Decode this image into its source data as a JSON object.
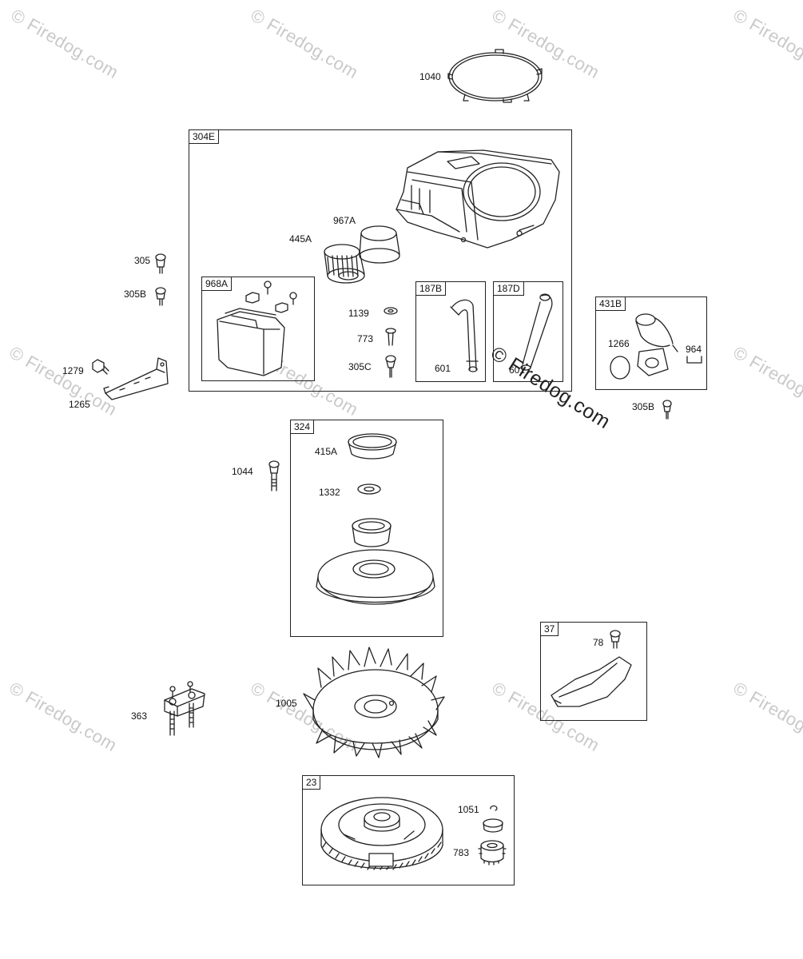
{
  "watermark": "© Firedog.com",
  "boxes": {
    "b304E": "304E",
    "b968A": "968A",
    "b187B": "187B",
    "b187D": "187D",
    "b431B": "431B",
    "b324": "324",
    "b37": "37",
    "b23": "23"
  },
  "labels": {
    "p1040": "1040",
    "p967A": "967A",
    "p445A": "445A",
    "p305": "305",
    "p305B_a": "305B",
    "p1139": "1139",
    "p773": "773",
    "p305C": "305C",
    "p601_a": "601",
    "p601_b": "601",
    "p1266": "1266",
    "p964": "964",
    "p305B_b": "305B",
    "p1279": "1279",
    "p1265": "1265",
    "p1044": "1044",
    "p415A": "415A",
    "p1332": "1332",
    "p78": "78",
    "p363": "363",
    "p1005": "1005",
    "p1051": "1051",
    "p783": "783"
  }
}
